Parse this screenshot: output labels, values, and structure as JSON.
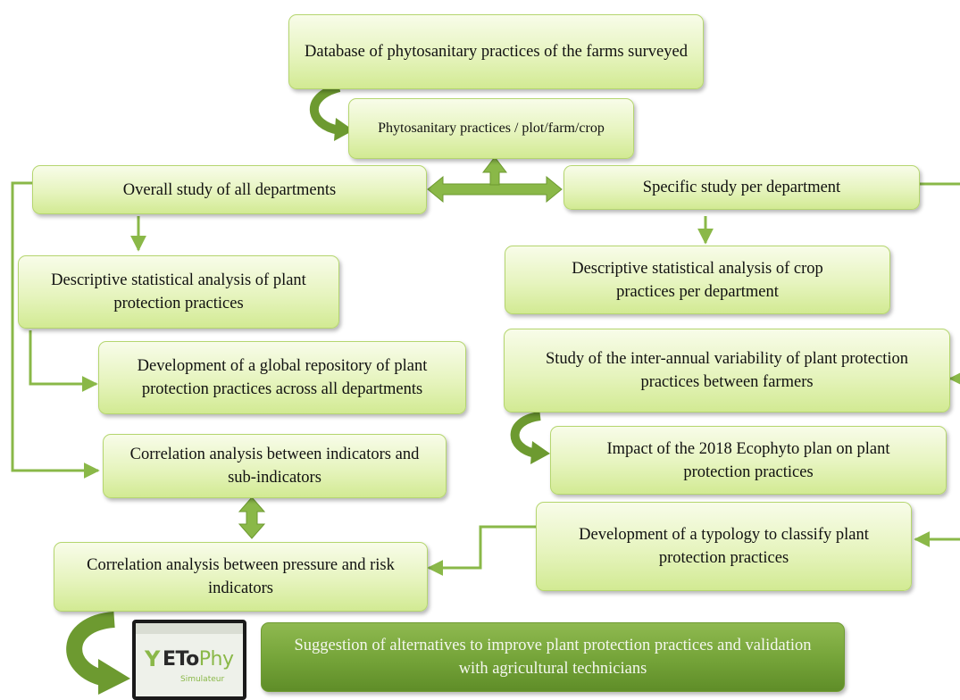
{
  "nodes": {
    "database": "Database of phytosanitary practices of the farms surveyed",
    "practices": "Phytosanitary practices / plot/farm/crop",
    "overall": "Overall study of all departments",
    "specific": "Specific study per department",
    "desc_plant": "Descriptive statistical analysis of plant protection practices",
    "desc_crop": "Descriptive statistical analysis of crop practices per department",
    "global_repo": "Development of a global repository of plant protection practices across all departments",
    "interannual": "Study of the inter-annual variability of plant protection practices between farmers",
    "ecophyto": "Impact of the 2018 Ecophyto plan on plant protection practices",
    "corr_indicators": "Correlation analysis between indicators and sub-indicators",
    "typology": "Development of a typology to classify plant protection practices",
    "corr_pressure": "Correlation analysis between pressure and risk indicators",
    "suggestion": "Suggestion of alternatives to improve plant protection practices and validation with agricultural technicians"
  },
  "logo": {
    "mark": "Y",
    "name_bold": "ETo",
    "name_light": "Phy",
    "subtitle": "Simulateur"
  },
  "colors": {
    "box_fill": "#e6f4be",
    "box_border": "#b5d66f",
    "connector": "#8ab848",
    "dark_box": "#76a53a",
    "curved_arrow": "#6d9a30"
  }
}
